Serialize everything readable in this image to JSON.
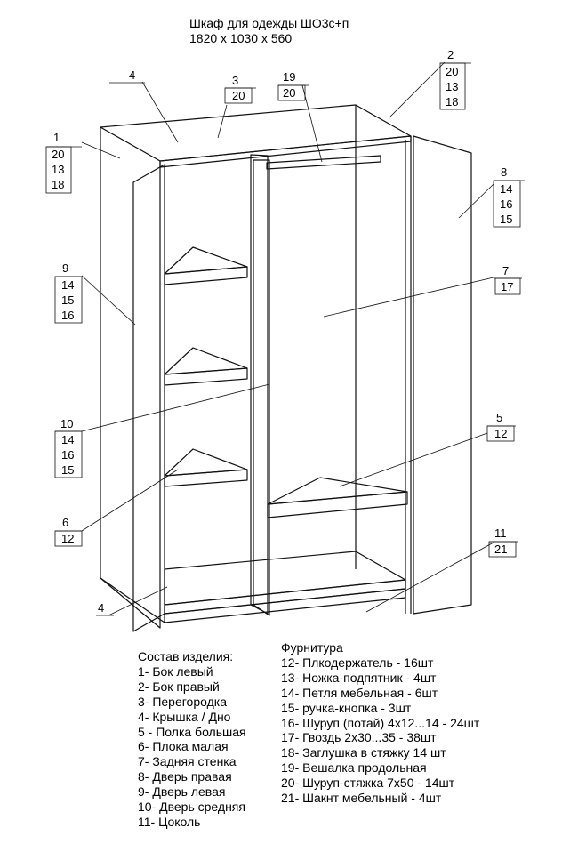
{
  "title": {
    "line1": "Шкаф для одежды ШО3с+п",
    "line2": "1820 x 1030 x 560"
  },
  "callouts": {
    "c1": [
      "1",
      "20",
      "13",
      "18"
    ],
    "c2": [
      "2",
      "20",
      "13",
      "18"
    ],
    "c3": [
      "3",
      "20"
    ],
    "c4_top": [
      "4"
    ],
    "c19": [
      "19",
      "20"
    ],
    "c8": [
      "8",
      "14",
      "16",
      "15"
    ],
    "c9": [
      "9",
      "14",
      "15",
      "16"
    ],
    "c7": [
      "7",
      "17"
    ],
    "c10": [
      "10",
      "14",
      "16",
      "15"
    ],
    "c5": [
      "5",
      "12"
    ],
    "c6": [
      "6",
      "12"
    ],
    "c11": [
      "11",
      "21"
    ],
    "c4_bot": [
      "4"
    ]
  },
  "composition": {
    "heading": "Состав изделия:",
    "items": [
      "1- Бок левый",
      "2- Бок правый",
      "3- Перегородка",
      "4- Крышка / Дно",
      "5 - Полка большая",
      "6- Плока малая",
      "7- Задняя стенка",
      "8- Дверь правая",
      "9- Дверь левая",
      "10- Дверь средняя",
      "11- Цоколь"
    ]
  },
  "hardware": {
    "heading": "Фурнитура",
    "items": [
      "12- Плкодержатель - 16шт",
      "13- Ножка-подпятник - 4шт",
      "14- Петля мебельная - 6шт",
      "15- ручка-кнопка - 3шт",
      "16- Шуруп (потай) 4x12...14 - 24шт",
      "17- Гвоздь 2x30...35 - 38шт",
      "18- Заглушка в стяжку 14 шт",
      "19- Вешалка продольная",
      "20- Шуруп-стяжка 7x50 - 14шт",
      "21- Шакнт мебельный - 4шт"
    ]
  }
}
